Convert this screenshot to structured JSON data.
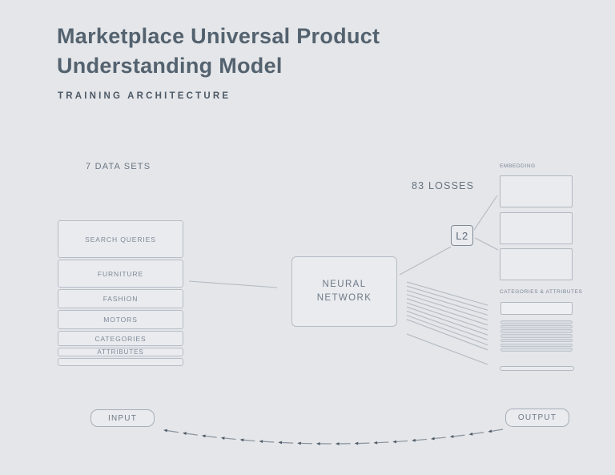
{
  "header": {
    "title": "Marketplace Universal Product Understanding Model",
    "subtitle": "TRAINING ARCHITECTURE"
  },
  "datasets": {
    "label": "7 DATA SETS",
    "items": [
      "SEARCH QUERIES",
      "FURNITURE",
      "FASHION",
      "MOTORS",
      "CATEGORIES",
      "ATTRIBUTES",
      ""
    ]
  },
  "network": {
    "label": "NEURAL NETWORK"
  },
  "losses": {
    "label": "83 LOSSES",
    "l2_label": "L2"
  },
  "outputs": {
    "embedding_label": "EMBEDDING",
    "categories_label": "CATEGORIES & ATTRIBUTES"
  },
  "io": {
    "input_label": "INPUT",
    "output_label": "OUTPUT"
  },
  "colors": {
    "background": "#e4e6e9",
    "box_border": "#b6bdc7",
    "box_fill": "#e9ebee",
    "title_text": "#54626f",
    "label_text": "#6b7684",
    "connector_line": "#b3b9c3",
    "arrow_dash": "#8a939e",
    "arrow_head": "#4e5a66"
  }
}
